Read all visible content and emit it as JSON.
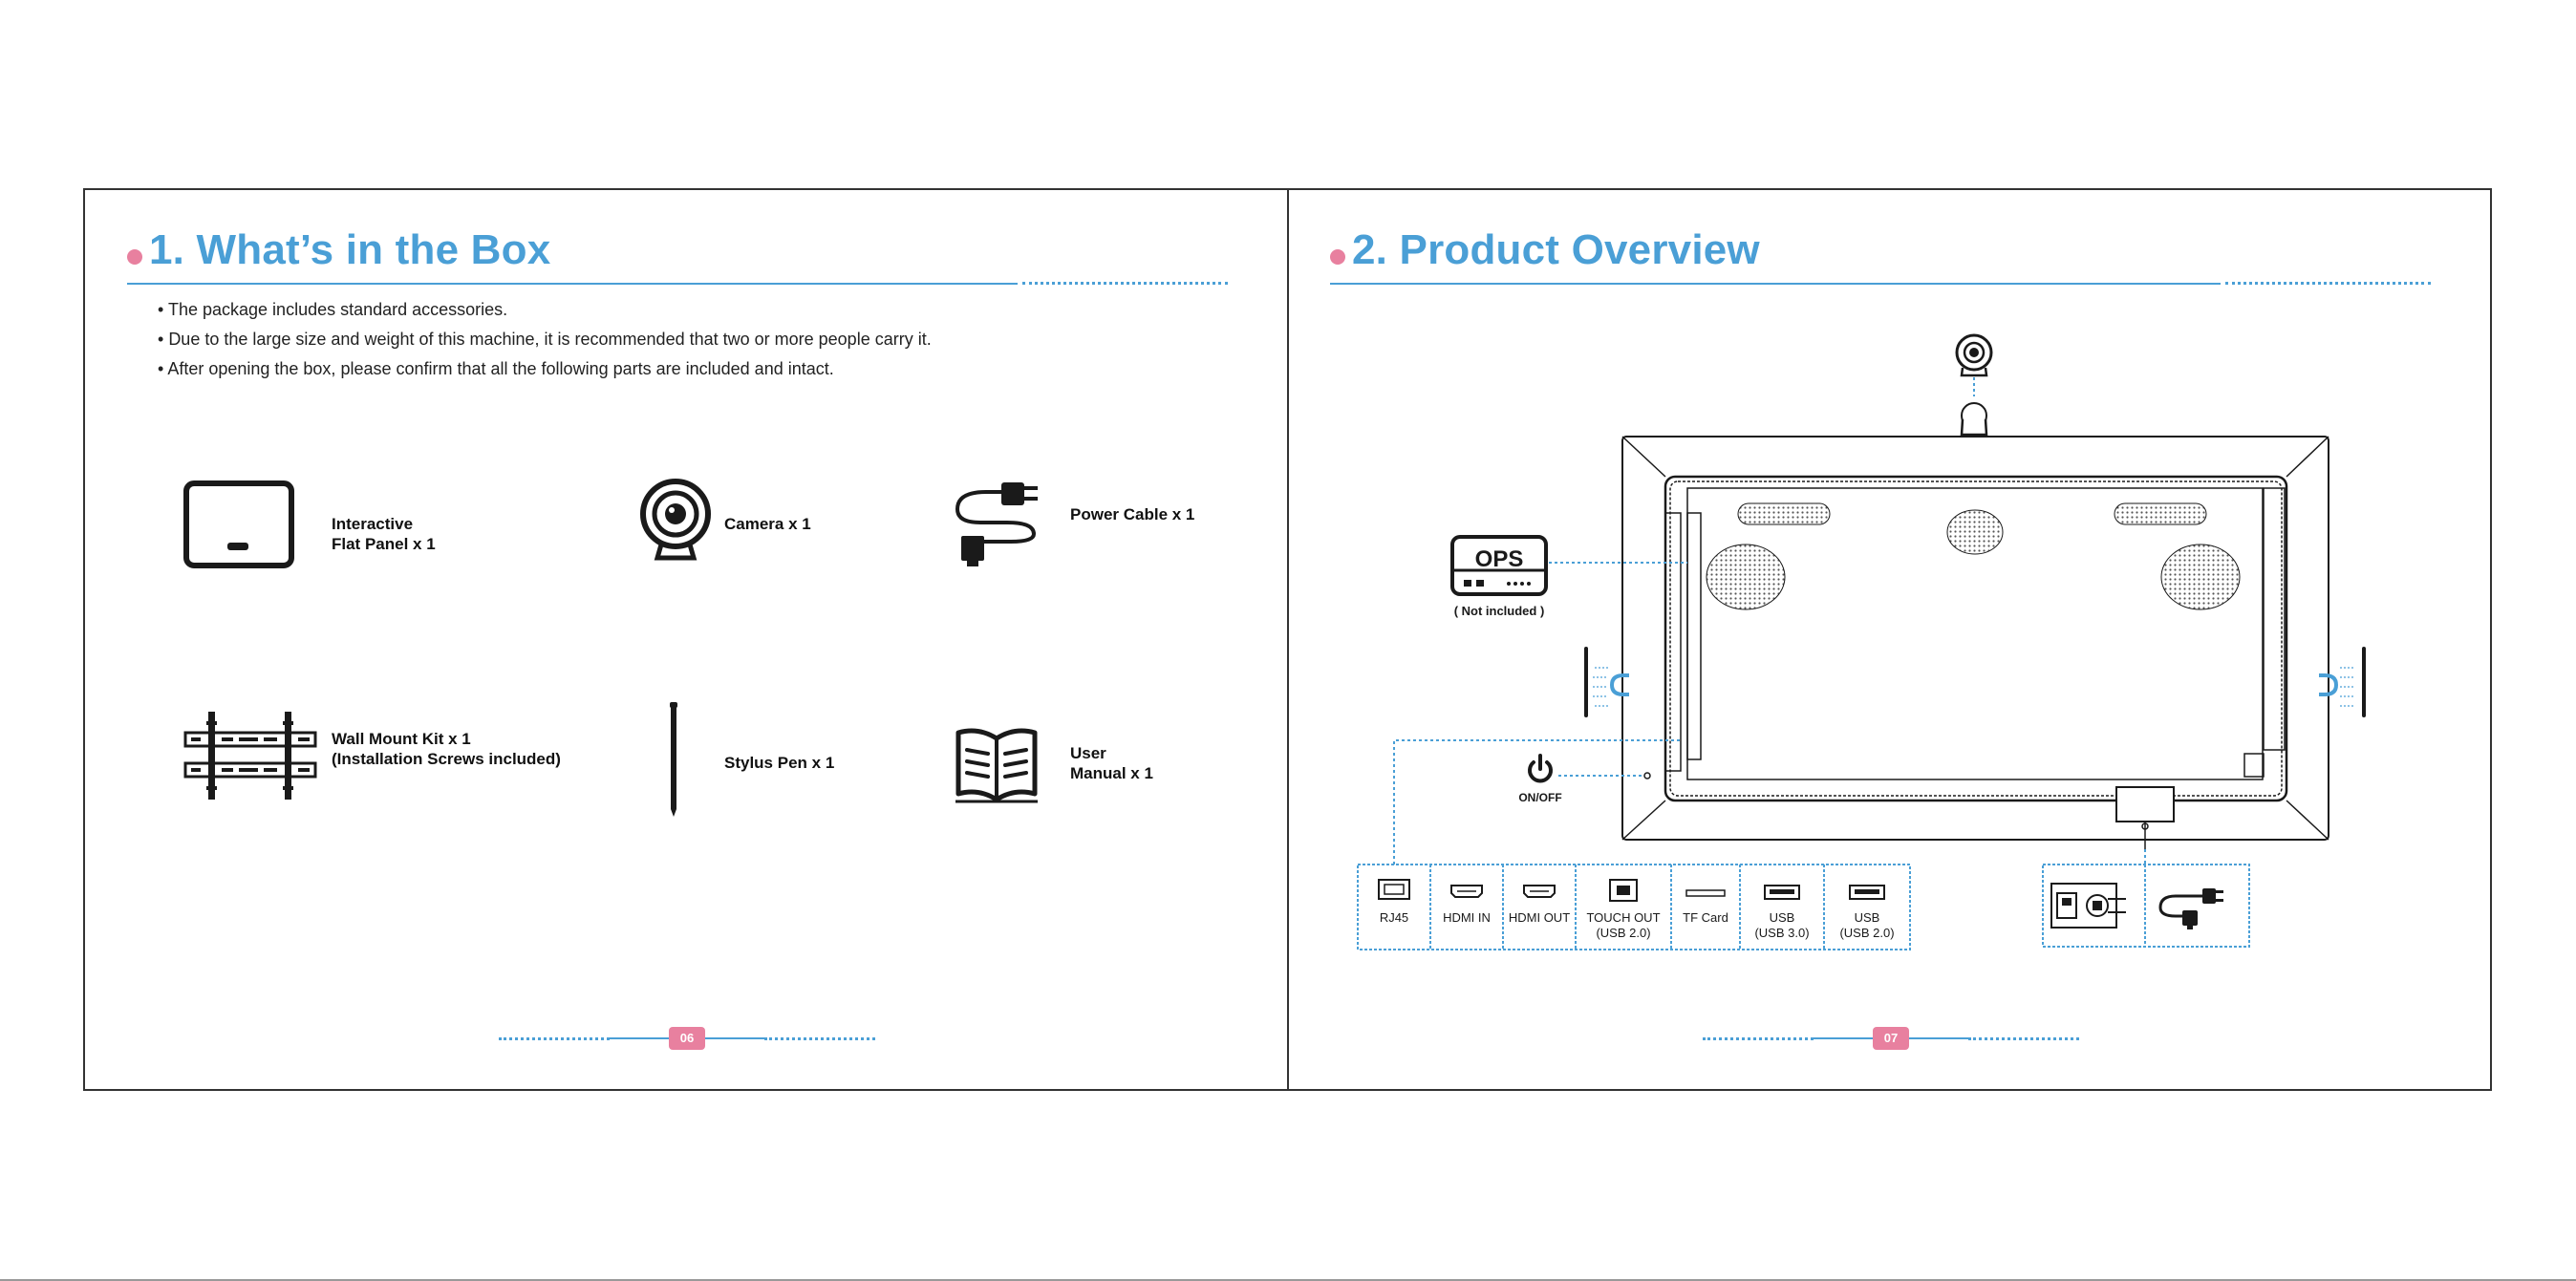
{
  "left": {
    "section_title": "1. What’s in the Box",
    "bullets": [
      "The package includes standard accessories.",
      "Due to the large size and weight of this machine, it is recommended that two or more people carry it.",
      "After opening the box, please confirm that all the following parts are included and intact."
    ],
    "items": [
      {
        "label": "Interactive\nFlat Panel x 1",
        "icon": "flat-panel-icon"
      },
      {
        "label": "Camera x 1",
        "icon": "camera-icon"
      },
      {
        "label": "Power Cable x 1",
        "icon": "power-cable-icon"
      },
      {
        "label": "Wall Mount Kit x 1\n(Installation Screws included)",
        "icon": "wall-mount-icon"
      },
      {
        "label": "Stylus Pen x 1",
        "icon": "stylus-pen-icon"
      },
      {
        "label": "User\nManual x 1",
        "icon": "user-manual-icon"
      }
    ],
    "page_number": "06"
  },
  "right": {
    "section_title": "2. Product Overview",
    "ops_label": "OPS",
    "ops_note": "( Not included )",
    "onoff_label": "ON/OFF",
    "ports": [
      {
        "label": "RJ45",
        "icon": "rj45-icon"
      },
      {
        "label": "HDMI IN",
        "icon": "hdmi-in-icon"
      },
      {
        "label": "HDMI OUT",
        "icon": "hdmi-out-icon"
      },
      {
        "label": "TOUCH OUT\n(USB 2.0)",
        "icon": "usb-b-icon"
      },
      {
        "label": "TF Card",
        "icon": "tf-card-icon"
      },
      {
        "label": "USB\n(USB 3.0)",
        "icon": "usb-a-icon"
      },
      {
        "label": "USB\n(USB 2.0)",
        "icon": "usb-a-icon"
      }
    ],
    "power_ports": [
      {
        "icon": "rocker-switch-icon"
      },
      {
        "icon": "power-plug-icon"
      }
    ],
    "page_number": "07"
  },
  "colors": {
    "accent_blue": "#4a9fd6",
    "accent_pink": "#e8809f",
    "line_dark": "#1a1a1a"
  }
}
